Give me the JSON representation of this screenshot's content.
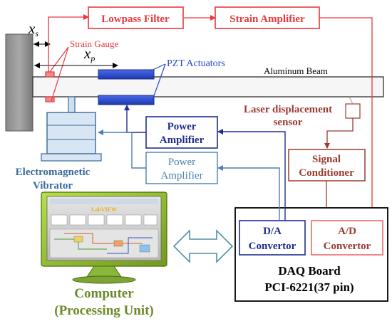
{
  "labels": {
    "xs_main": "x",
    "xs_sub": "s",
    "xp_main": "x",
    "xp_sub": "p",
    "strain_gauge": "Strain Gauge",
    "pzt_actuators": "PZT Actuators",
    "aluminum_beam": "Aluminum Beam",
    "lowpass_filter": "Lowpass Filter",
    "strain_amplifier": "Strain Amplifier",
    "laser_line1": "Laser displacement",
    "laser_line2": "sensor",
    "power_amp_top_line1": "Power",
    "power_amp_top_line2": "Amplifier",
    "power_amp_bottom_line1": "Power",
    "power_amp_bottom_line2": "Amplifier",
    "signal_cond_line1": "Signal",
    "signal_cond_line2": "Conditioner",
    "em_vibrator_line1": "Electromagnetic",
    "em_vibrator_line2": "Vibrator",
    "da_line1": "D/A",
    "da_line2": "Convertor",
    "ad_line1": "A/D",
    "ad_line2": "Convertor",
    "daq_line1": "DAQ Board",
    "daq_line2": "PCI-6221(37 pin)",
    "computer_line1": "Computer",
    "computer_line2": "(Processing Unit)",
    "labview": "LabVIEW"
  },
  "colors": {
    "red": "#e8383d",
    "dark_red": "#9b3a30",
    "navy": "#1f2f8f",
    "steel_blue": "#4d7fb0",
    "olive": "#6b8a2a",
    "pzt_blue": "#2448c8"
  }
}
